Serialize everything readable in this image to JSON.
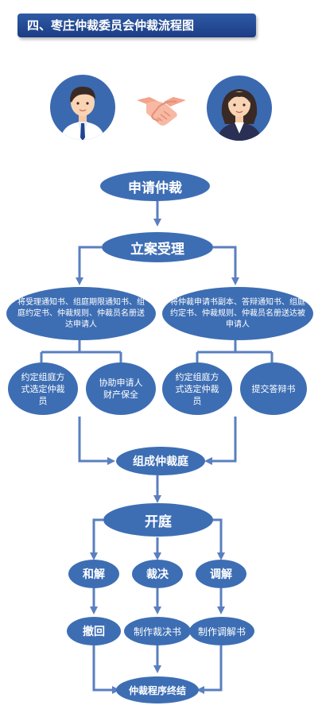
{
  "title": "四、枣庄仲裁委员会仲裁流程图",
  "nodes": {
    "apply": "申请仲裁",
    "accept": "立案受理",
    "notify_left": "将受理通知书、组庭期限通知书、组庭约定书、仲裁规则、仲裁员名册送达申请人",
    "notify_right": "将仲裁申请书副本、答辩通知书、组庭约定书、仲裁规则、仲裁员名册送达被申请人",
    "agree_left": "约定组庭方式选定仲裁员",
    "assist": "协助申请人财产保全",
    "agree_right": "约定组庭方式选定仲裁员",
    "defense": "提交答辩书",
    "form_court": "组成仲裁庭",
    "hearing": "开庭",
    "reconcile": "和解",
    "ruling": "裁决",
    "mediation": "调解",
    "withdraw": "撤回",
    "make_ruling": "制作裁决书",
    "make_mediation": "制作调解书",
    "end": "仲裁程序终结"
  },
  "colors": {
    "node": "#3d6eb4",
    "arrow": "#5a7fc0",
    "title": "#1f4590"
  },
  "icons": [
    "male-avatar-icon",
    "handshake-icon",
    "female-avatar-icon"
  ]
}
